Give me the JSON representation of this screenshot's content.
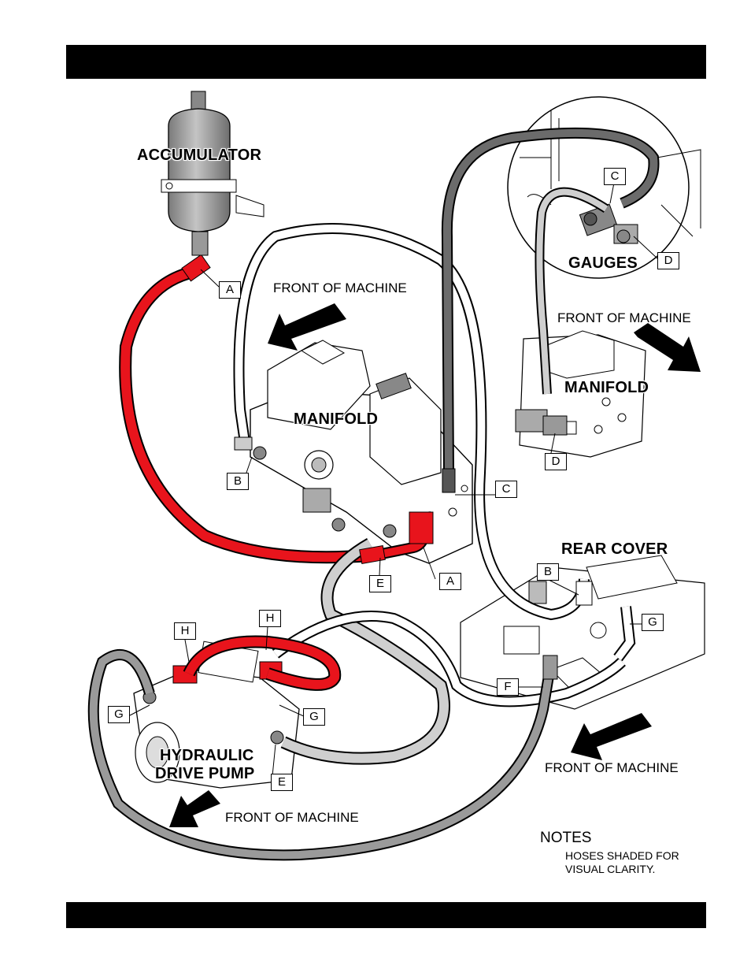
{
  "labels": {
    "accumulator": "ACCUMULATOR",
    "manifold_main": "MANIFOLD",
    "manifold_inset": "MANIFOLD",
    "gauges": "GAUGES",
    "rear_cover": "REAR COVER",
    "pump_line1": "HYDRAULIC",
    "pump_line2": "DRIVE PUMP",
    "front1": "FRONT OF MACHINE",
    "front2": "FRONT OF MACHINE",
    "front3": "FRONT OF MACHINE",
    "front4": "FRONT OF MACHINE"
  },
  "callouts": {
    "a_top": "A",
    "a_manifold": "A",
    "b_manifold": "B",
    "b_rear": "B",
    "c_gauge": "C",
    "c_manifold": "C",
    "d_gauge": "D",
    "d_manifold": "D",
    "e_manifold": "E",
    "e_pump": "E",
    "f_rear": "F",
    "g_rear": "G",
    "g_pump_left": "G",
    "g_pump_right": "G",
    "h_left": "H",
    "h_right": "H"
  },
  "notes": {
    "heading": "NOTES",
    "line1": "HOSES SHADED FOR",
    "line2": "VISUAL CLARITY."
  },
  "colors": {
    "hose_red": "#e8141c",
    "hose_dark": "#6b6b6b",
    "hose_light": "#cfcfcf",
    "hose_white": "#ffffff",
    "component_gray": "#9a9a9a"
  }
}
